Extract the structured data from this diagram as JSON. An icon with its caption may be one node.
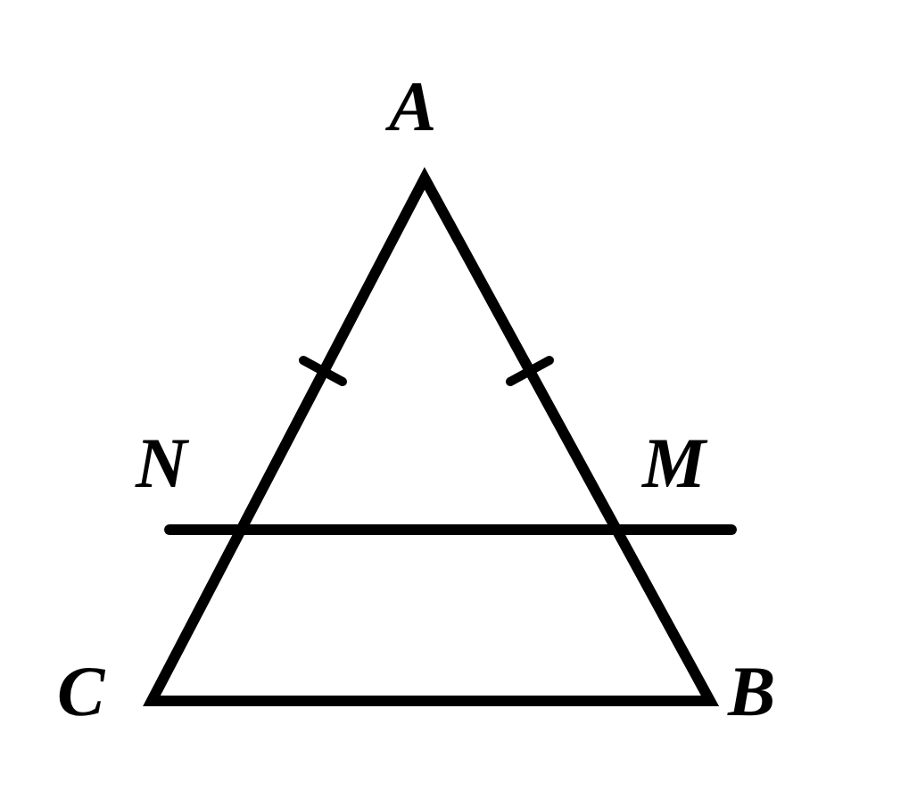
{
  "diagram": {
    "labels": [
      "A",
      "N",
      "M",
      "C",
      "B"
    ]
  }
}
